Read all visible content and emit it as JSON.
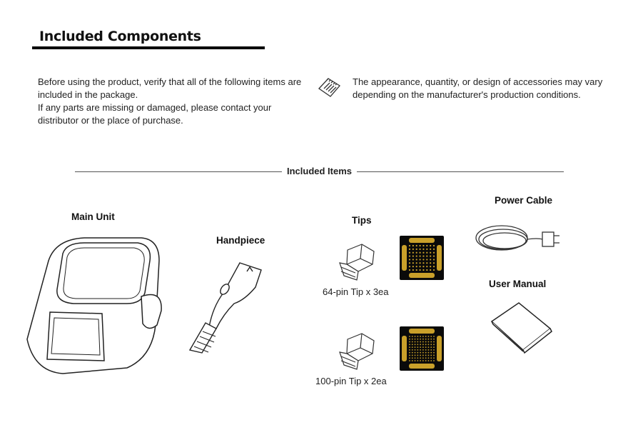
{
  "title": "Included Components",
  "intro": {
    "line1": "Before using the product, verify that all of the following items are included in the package.",
    "line2": "If any parts are missing or damaged, please contact your distributor or the place of purchase."
  },
  "note": {
    "icon": "notepad-icon",
    "text": "The appearance, quantity, or design of accessories may vary depending on the manufacturer's production conditions."
  },
  "items_heading": "Included Items",
  "items": {
    "main_unit": "Main Unit",
    "handpiece": "Handpiece",
    "tips": "Tips",
    "tip_64": "64-pin Tip x 3ea",
    "tip_100": "100-pin Tip x 2ea",
    "power_cable": "Power Cable",
    "user_manual": "User Manual"
  },
  "colors": {
    "tip_gold": "#c9a02a",
    "tip_black": "#0a0a0a"
  }
}
